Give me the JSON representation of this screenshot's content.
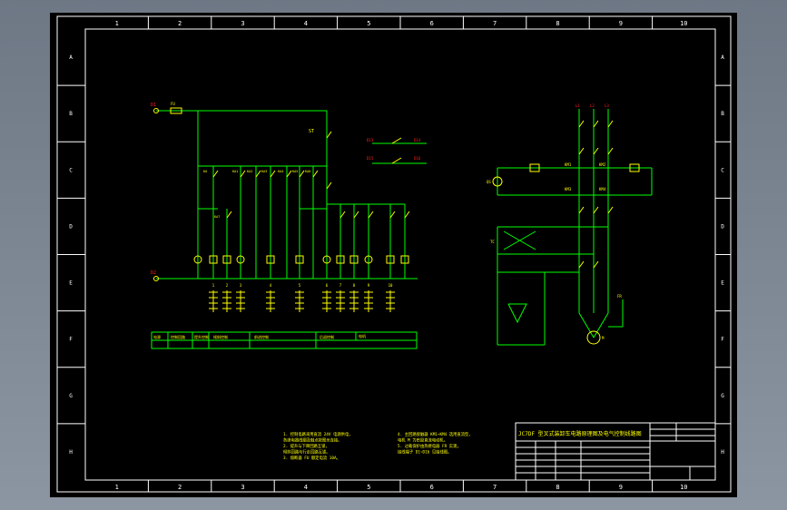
{
  "drawing": {
    "column_labels": [
      "1",
      "2",
      "3",
      "4",
      "5",
      "6",
      "7",
      "8",
      "9",
      "10"
    ],
    "row_labels": [
      "A",
      "B",
      "C",
      "D",
      "E",
      "F",
      "G",
      "H"
    ],
    "title_text": "JC7DF 型叉式装卸车电路原理图及电气控制线路图",
    "colors": {
      "background": "#000000",
      "frame": "#ffffff",
      "wire": "#00ff00",
      "component": "#ffff00",
      "label_red": "#ff2020",
      "table": "#00ff00"
    }
  },
  "circuit": {
    "terminal_top_left": "D1",
    "terminal_bottom_left": "D2",
    "fuse_label": "FU",
    "switch_label": "ST",
    "relay_labels": [
      "KA",
      "KA1",
      "KA2",
      "KA3",
      "KA4",
      "KA5",
      "KA6",
      "KA7"
    ],
    "contact_numbers": [
      "1",
      "2",
      "3",
      "4",
      "5",
      "6",
      "7",
      "8",
      "9",
      "10"
    ],
    "small_switch_labels": [
      "D13",
      "D14",
      "D15",
      "D16"
    ],
    "table_cells": [
      "电源",
      "控制回路",
      "提升控制",
      "倾斜控制",
      "前进控制",
      "后退控制",
      "电机"
    ],
    "right_labels": [
      "L1",
      "L2",
      "L3",
      "M",
      "FR",
      "KM1",
      "KM2",
      "KM3",
      "KM4",
      "TC",
      "QS"
    ]
  },
  "notes": {
    "left": [
      "1. 控制电路采用直流 24V 电源供电，",
      "   各继电器线圈及触点按图示连接。",
      "2. 提升与下降回路互锁，",
      "   倾斜回路与行走回路互锁。",
      "3. 熔断器 FU 额定电流 10A。"
    ],
    "right": [
      "4. 主回路接触器 KM1~KM4 选用直流型，",
      "   电机 M 为串励直流电动机。",
      "5. 过载保护由热继电器 FR 实现，",
      "   接线端子 D1~D16 见接线图。"
    ]
  }
}
